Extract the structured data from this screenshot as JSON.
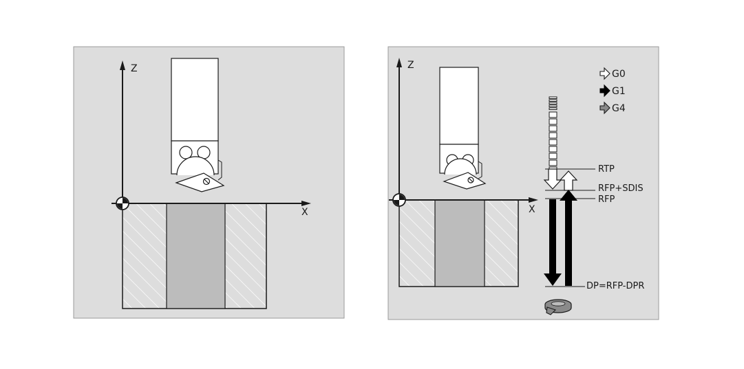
{
  "left_panel": {
    "axis_z_label": "Z",
    "axis_x_label": "X"
  },
  "right_panel": {
    "axis_z_label": "Z",
    "axis_x_label": "X",
    "legend": [
      {
        "label": "G0",
        "icon": "hollow-arrow-icon",
        "color": "#ffffff"
      },
      {
        "label": "G1",
        "icon": "solid-black-arrow-icon",
        "color": "#000000"
      },
      {
        "label": "G4",
        "icon": "grey-arrow-icon",
        "color": "#8a8a8a"
      }
    ],
    "levels": {
      "rtp": "RTP",
      "rfp_sdis": "RFP+SDIS",
      "rfp": "RFP",
      "dp": "DP=RFP-DPR"
    }
  },
  "colors": {
    "panel_bg": "#dddddd",
    "hole_fill": "#bcbcbc",
    "line": "#1a1a1a"
  }
}
